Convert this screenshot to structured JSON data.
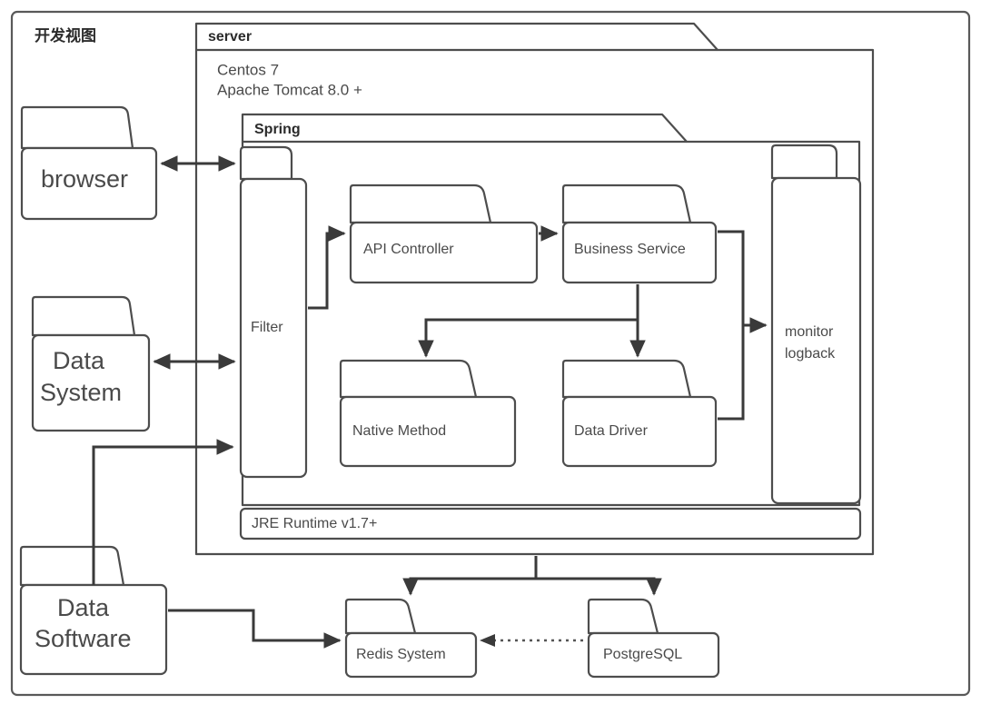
{
  "diagram": {
    "title": "开发视图",
    "accent_color": "#4d4d4d",
    "text_color": "#4a4a4a",
    "background": "#ffffff"
  },
  "containers": {
    "server": {
      "tab_label": "server",
      "line1": "Centos 7",
      "line2": "Apache Tomcat 8.0 +"
    },
    "spring": {
      "tab_label": "Spring"
    },
    "jre": {
      "label": "JRE Runtime v1.7+"
    }
  },
  "nodes": {
    "browser": {
      "label": "browser"
    },
    "data_system": {
      "line1": "Data",
      "line2": "System"
    },
    "data_software": {
      "line1": "Data",
      "line2": "Software"
    },
    "filter": {
      "label": "Filter"
    },
    "api_controller": {
      "label": "API Controller"
    },
    "business_service": {
      "label": "Business Service"
    },
    "native_method": {
      "label": "Native Method"
    },
    "data_driver": {
      "label": "Data Driver"
    },
    "monitor": {
      "line1": "monitor",
      "line2": "logback"
    },
    "redis": {
      "label": "Redis System"
    },
    "postgres": {
      "label": "PostgreSQL"
    }
  },
  "connections": [
    {
      "name": "browser-to-filter",
      "from": "browser",
      "to": "filter",
      "style": "solid",
      "arrows": "both"
    },
    {
      "name": "data-system-to-filter",
      "from": "data_system",
      "to": "filter",
      "style": "solid",
      "arrows": "both"
    },
    {
      "name": "data-software-to-filter",
      "from": "data_software",
      "to": "filter",
      "style": "solid",
      "arrows": "end"
    },
    {
      "name": "filter-to-api-controller",
      "from": "filter",
      "to": "api_controller",
      "style": "solid",
      "arrows": "end"
    },
    {
      "name": "api-controller-to-business-service",
      "from": "api_controller",
      "to": "business_service",
      "style": "solid",
      "arrows": "end"
    },
    {
      "name": "business-service-to-native-method",
      "from": "business_service",
      "to": "native_method",
      "style": "solid",
      "arrows": "end"
    },
    {
      "name": "business-service-to-data-driver",
      "from": "business_service",
      "to": "data_driver",
      "style": "solid",
      "arrows": "end"
    },
    {
      "name": "business-service-to-monitor",
      "from": "business_service",
      "to": "monitor",
      "style": "solid",
      "arrows": "end"
    },
    {
      "name": "data-driver-to-monitor",
      "from": "data_driver",
      "to": "monitor",
      "style": "solid",
      "arrows": "end"
    },
    {
      "name": "server-to-redis",
      "from": "server",
      "to": "redis",
      "style": "solid",
      "arrows": "end"
    },
    {
      "name": "server-to-postgresql",
      "from": "server",
      "to": "postgres",
      "style": "solid",
      "arrows": "end"
    },
    {
      "name": "data-software-to-redis",
      "from": "data_software",
      "to": "redis",
      "style": "solid",
      "arrows": "end"
    },
    {
      "name": "postgresql-to-redis",
      "from": "postgres",
      "to": "redis",
      "style": "dotted",
      "arrows": "end"
    }
  ]
}
